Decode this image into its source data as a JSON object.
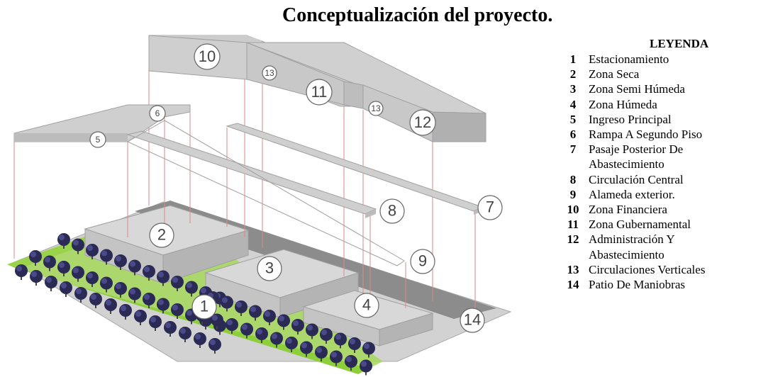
{
  "title": "Conceptualización del proyecto.",
  "legend": {
    "title": "LEYENDA",
    "items": [
      {
        "num": "1",
        "lines": [
          "Estacionamiento"
        ]
      },
      {
        "num": "2",
        "lines": [
          "Zona Seca"
        ]
      },
      {
        "num": "3",
        "lines": [
          "Zona Semi Húmeda"
        ]
      },
      {
        "num": "4",
        "lines": [
          "Zona Húmeda"
        ]
      },
      {
        "num": "5",
        "lines": [
          "Ingreso Principal"
        ]
      },
      {
        "num": "6",
        "lines": [
          "Rampa A Segundo Piso"
        ]
      },
      {
        "num": "7",
        "lines": [
          "Pasaje Posterior De",
          "Abastecimiento"
        ]
      },
      {
        "num": "8",
        "lines": [
          "Circulación Central"
        ]
      },
      {
        "num": "9",
        "lines": [
          "Alameda exterior."
        ]
      },
      {
        "num": "10",
        "lines": [
          "Zona Financiera"
        ]
      },
      {
        "num": "11",
        "lines": [
          "Zona Gubernamental"
        ]
      },
      {
        "num": "12",
        "lines": [
          "Administración Y",
          "Abastecimiento"
        ]
      },
      {
        "num": "13",
        "lines": [
          "Circulaciones Verticales"
        ]
      },
      {
        "num": "14",
        "lines": [
          "Patio De Maniobras"
        ]
      }
    ]
  },
  "diagram_labels": [
    "10",
    "13",
    "11",
    "13",
    "12",
    "6",
    "5",
    "8",
    "7",
    "2",
    "9",
    "3",
    "1",
    "4",
    "14"
  ],
  "colors": {
    "slab_top": "#d4d4d4",
    "slab_side": "#bdbdbd",
    "ground": "#cfcfcf",
    "dark_strip": "#8a8a8a",
    "grass": "#9ad34a",
    "tree": "#2a2a55",
    "support_line": "#e08080",
    "edge": "#9a9a9a"
  }
}
